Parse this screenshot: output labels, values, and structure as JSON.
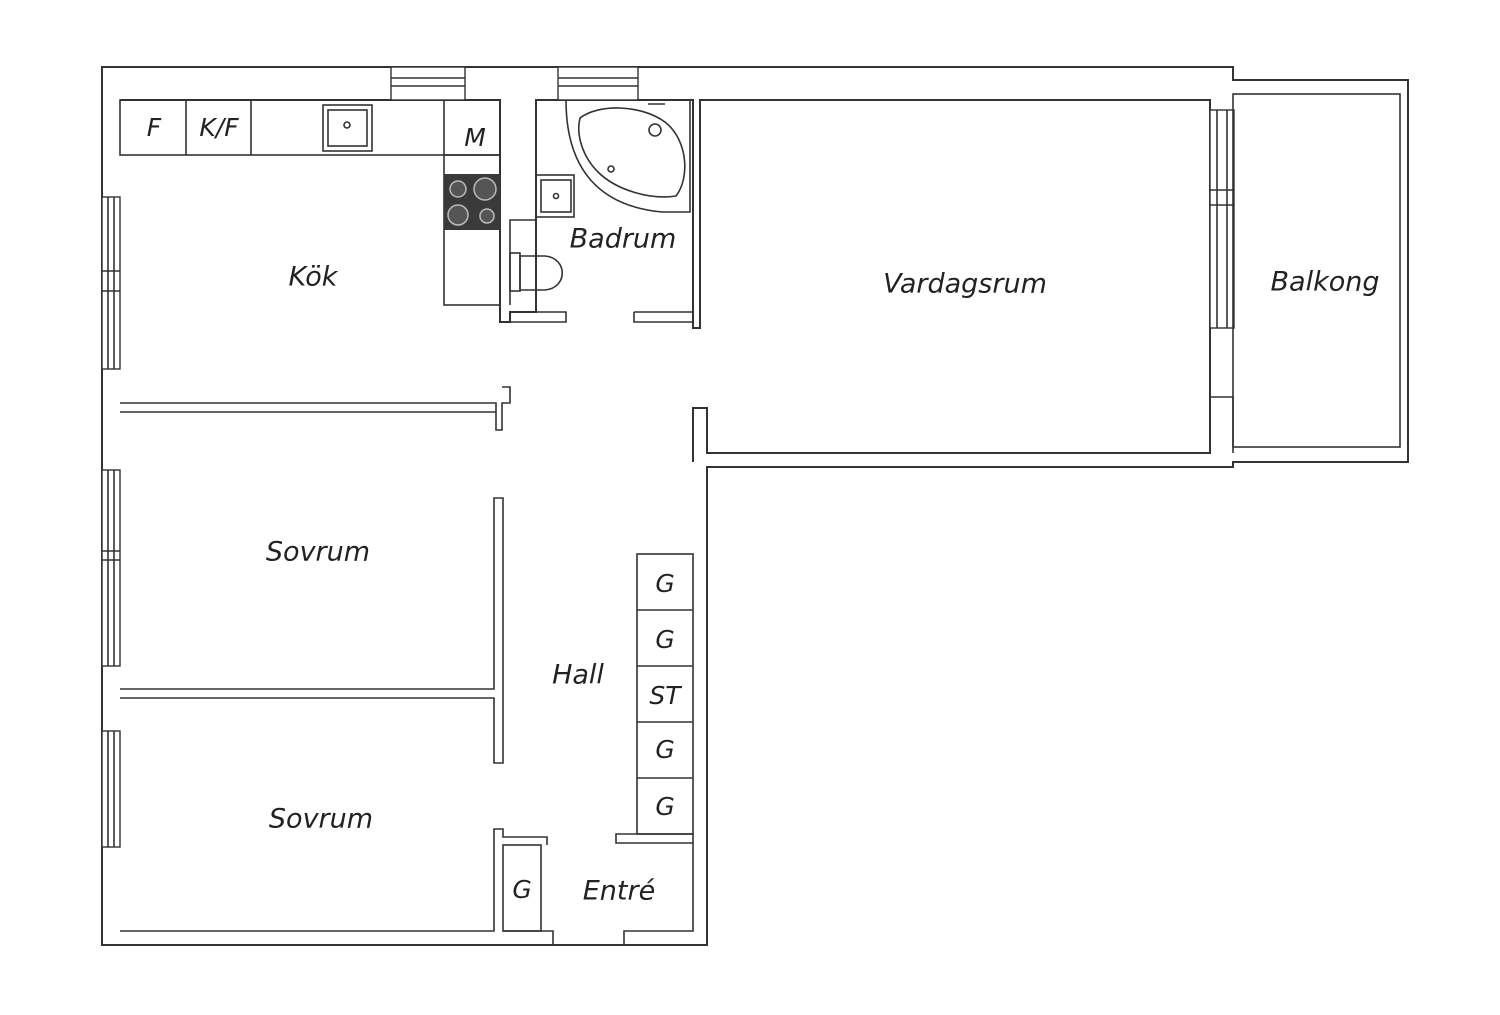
{
  "rooms": {
    "kok": "Kök",
    "badrum": "Badrum",
    "vardagsrum": "Vardagsrum",
    "balkong": "Balkong",
    "sovrum_1": "Sovrum",
    "sovrum_2": "Sovrum",
    "hall": "Hall",
    "entre": "Entré"
  },
  "fixtures": {
    "fridge": "F",
    "fridge_freezer": "K/F",
    "microwave": "M",
    "wardrobe_1": "G",
    "wardrobe_2": "G",
    "storage": "ST",
    "wardrobe_3": "G",
    "wardrobe_4": "G",
    "entry_wardrobe": "G"
  },
  "colors": {
    "line": "#333333",
    "stove": "#3a3a3a",
    "background": "#ffffff"
  }
}
